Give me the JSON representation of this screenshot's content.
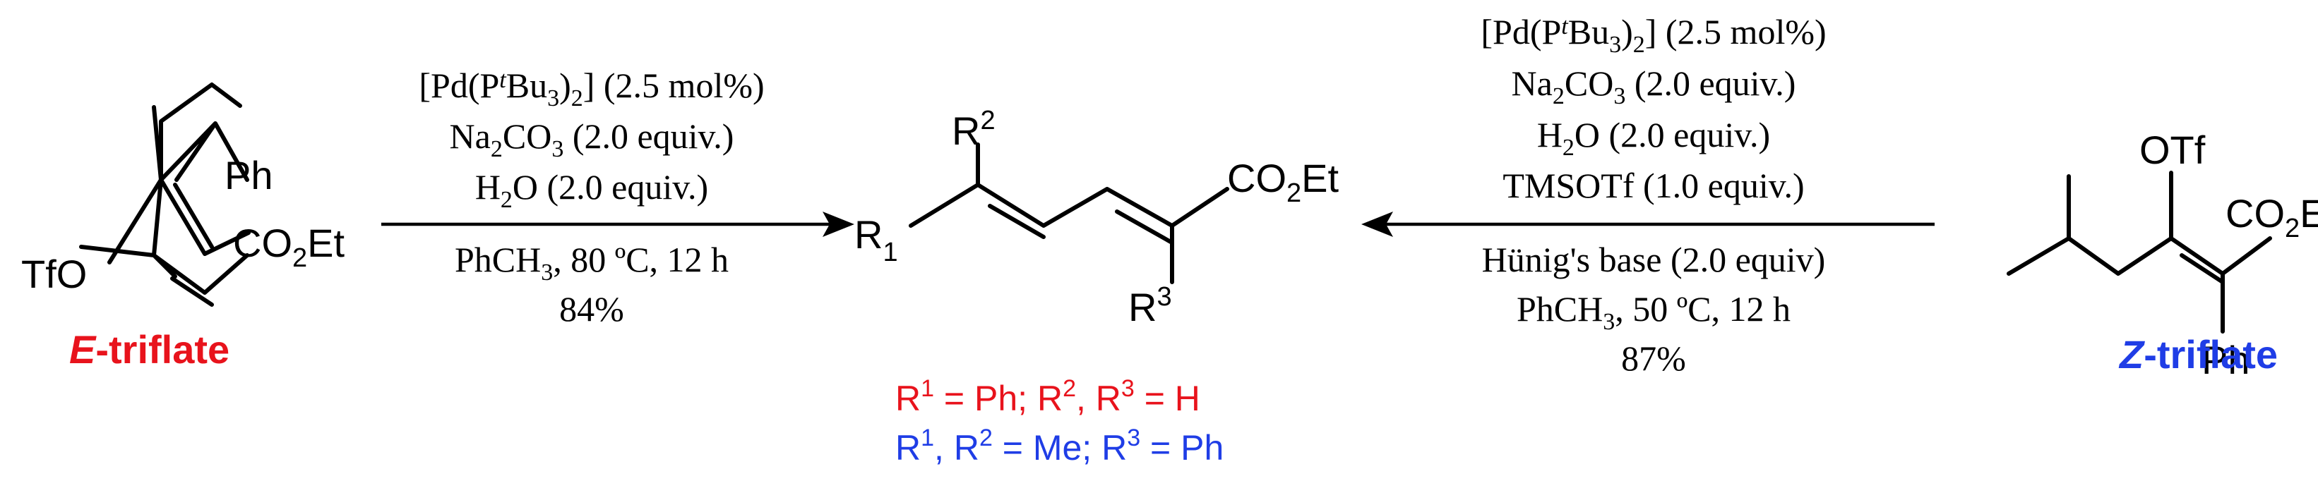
{
  "e_triplet": {
    "ph": "Ph",
    "tfo": "TfO",
    "ester": "CO",
    "ester_sub": "2",
    "ester_et": "Et",
    "label_letter": "E",
    "label_rest": "-triflate"
  },
  "product": {
    "r1": "R",
    "r1_sup": "1",
    "r2": "R",
    "r2_sup": "2",
    "r3": "R",
    "r3_sup": "3",
    "ester": "CO",
    "ester_sub": "2",
    "ester_et": "Et"
  },
  "z_triplet": {
    "otf": "OTf",
    "ph": "Ph",
    "ester": "CO",
    "ester_sub": "2",
    "ester_et": "Et",
    "label_letter": "Z",
    "label_rest": "-triflate"
  },
  "left_conditions": {
    "line1_a": "[Pd(P",
    "line1_t": "t",
    "line1_b": "Bu",
    "line1_3": "3",
    "line1_c": ")",
    "line1_2": "2",
    "line1_d": "]  (2.5 mol%)",
    "line2_a": "Na",
    "line2_2": "2",
    "line2_b": "CO",
    "line2_3": "3",
    "line2_c": " (2.0 equiv.)",
    "line3_a": "H",
    "line3_2": "2",
    "line3_b": "O (2.0 equiv.)",
    "line4_a": "PhCH",
    "line4_3": "3",
    "line4_b": ", 80 ºC, 12 h",
    "yield": "84%"
  },
  "right_conditions": {
    "line1_a": "[Pd(P",
    "line1_t": "t",
    "line1_b": "Bu",
    "line1_3": "3",
    "line1_c": ")",
    "line1_2": "2",
    "line1_d": "]  (2.5 mol%)",
    "line2_a": "Na",
    "line2_2": "2",
    "line2_b": "CO",
    "line2_3": "3",
    "line2_c": " (2.0 equiv.)",
    "line3_a": "H",
    "line3_2": "2",
    "line3_b": "O (2.0 equiv.)",
    "line4": "TMSOTf (1.0 equiv.)",
    "line5": "Hünig's base (2.0 equiv)",
    "line6_a": "PhCH",
    "line6_3": "3",
    "line6_b": ", 50 ºC, 12 h",
    "yield": "87%"
  },
  "substituents": {
    "red_a": "R",
    "red_1": "1",
    "red_b": " = Ph; R",
    "red_2": "2",
    "red_c": ", R",
    "red_3": "3",
    "red_d": " = H",
    "blue_a": "R",
    "blue_1": "1",
    "blue_b": ", R",
    "blue_2": "2",
    "blue_c": " = Me; R",
    "blue_3": "3",
    "blue_d": " = Ph"
  },
  "colors": {
    "e_label": "#e8131c",
    "z_label": "#1f3de6",
    "text": "#000000"
  }
}
